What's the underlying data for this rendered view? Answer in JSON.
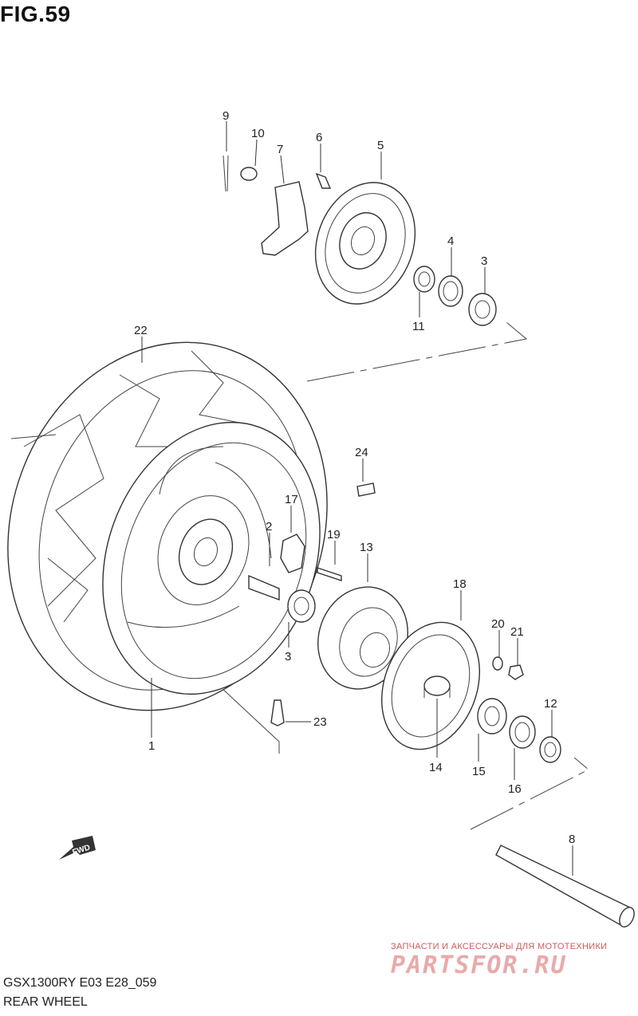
{
  "figure": {
    "title": "FIG.59",
    "model_code": "GSX1300RY E03 E28_059",
    "caption": "REAR WHEEL"
  },
  "part_labels": [
    "1",
    "2",
    "3",
    "3",
    "4",
    "5",
    "6",
    "7",
    "8",
    "9",
    "10",
    "11",
    "12",
    "13",
    "14",
    "15",
    "16",
    "17",
    "18",
    "19",
    "20",
    "21",
    "22",
    "23",
    "24"
  ],
  "direction_arrow": {
    "text": "FWD",
    "icon": "forward-arrow-icon"
  },
  "watermark": {
    "tagline": "ЗАПЧАСТИ И АКСЕССУАРЫ ДЛЯ МОТОТЕХНИКИ",
    "logo_text": "PARTSFOR.RU",
    "color": "#e05555"
  }
}
